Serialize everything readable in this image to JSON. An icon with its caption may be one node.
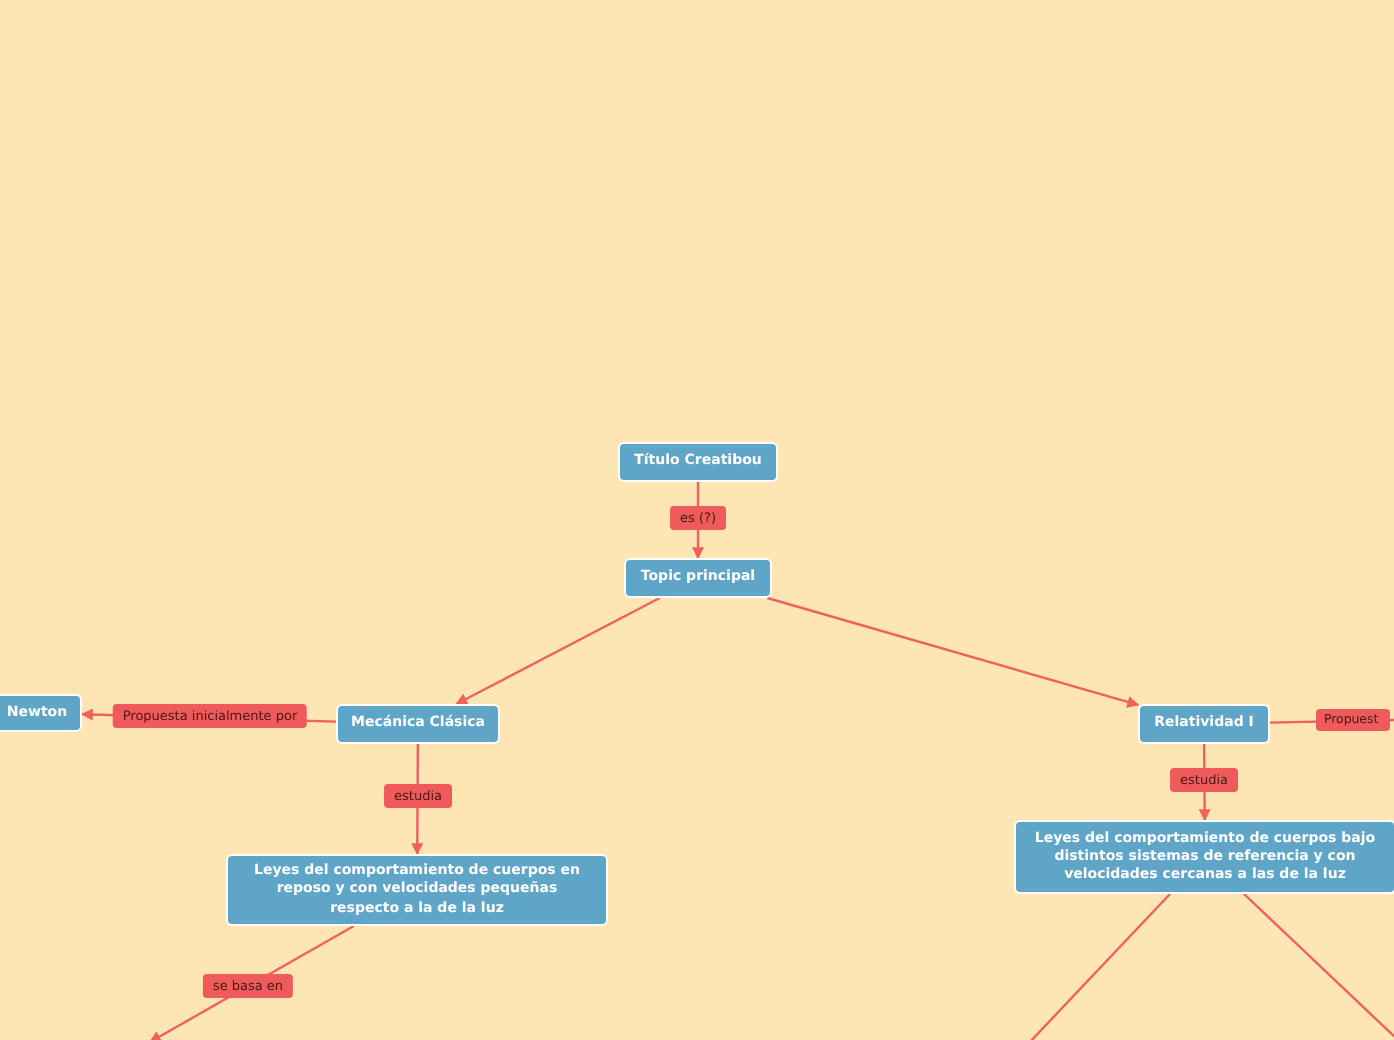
{
  "diagram": {
    "nodes": [
      {
        "text": [
          "Título Creatibou"
        ]
      },
      {
        "text": [
          "Topic principal"
        ]
      },
      {
        "text": [
          "Mecánica Clásica"
        ]
      },
      {
        "text": [
          "Newton"
        ]
      },
      {
        "text": [
          "Leyes del comportamiento de cuerpos en reposo y con velocidades pequeñas respecto a la de la luz"
        ]
      },
      {
        "text": [
          "Relatividad I"
        ]
      },
      {
        "text": [
          "Leyes del comportamiento de cuerpos bajo distintos sistemas de referencia y con velocidades cercanas a las de la luz"
        ]
      }
    ],
    "edges": [
      {
        "from": 0,
        "to": 1,
        "arrow": "to",
        "label": "es (?)"
      },
      {
        "from": 1,
        "to": 2,
        "arrow": "to"
      },
      {
        "from": 1,
        "to": 5,
        "arrow": "to"
      },
      {
        "from": 2,
        "to": 3,
        "arrow": "to",
        "label": "Propuesta inicialmente por"
      },
      {
        "from": 2,
        "to": 4,
        "arrow": "to",
        "label": "estudia"
      },
      {
        "from": 4,
        "to": null,
        "arrow": "to",
        "label": "se basa en"
      },
      {
        "from": 5,
        "to": null,
        "arrow": "none",
        "label": "Propuest"
      },
      {
        "from": 5,
        "to": 6,
        "arrow": "to",
        "label": "estudia"
      },
      {
        "from": 6,
        "to": null,
        "arrow": "none"
      },
      {
        "from": 6,
        "to": null,
        "arrow": "none"
      }
    ]
  }
}
